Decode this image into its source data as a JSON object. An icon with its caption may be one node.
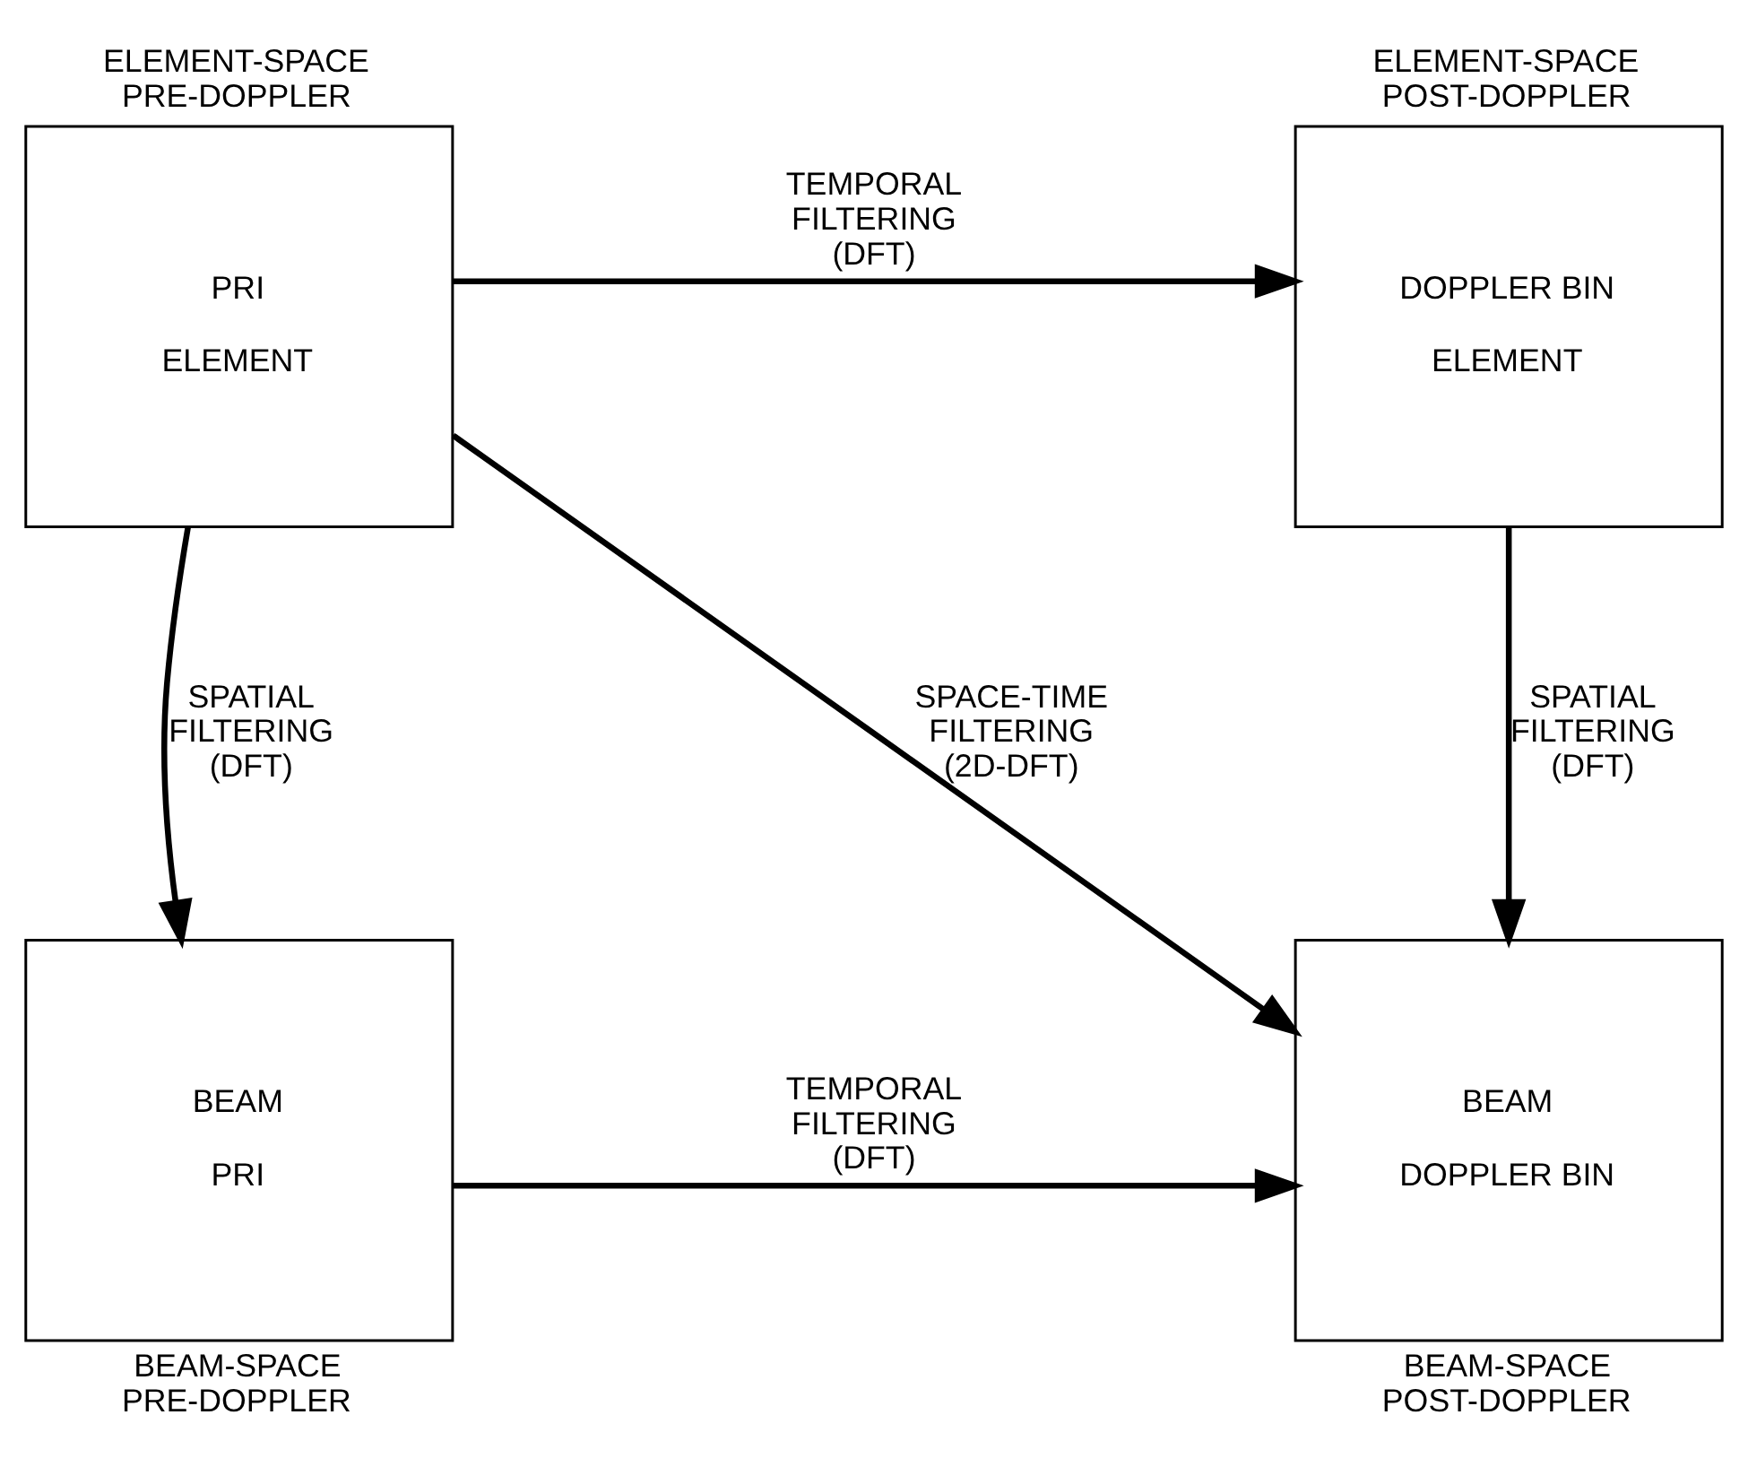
{
  "diagram": {
    "nodes": [
      {
        "text": [
          "PRI",
          "ELEMENT"
        ],
        "beside": [
          "ELEMENT-SPACE PRE-DOPPLER"
        ]
      },
      {
        "text": [
          "DOPPLER BIN",
          "ELEMENT"
        ],
        "beside": [
          "ELEMENT-SPACE POST-DOPPLER"
        ]
      },
      {
        "text": [
          "BEAM",
          "PRI"
        ],
        "beside": [
          "BEAM-SPACE PRE-DOPPLER"
        ]
      },
      {
        "text": [
          "BEAM",
          "DOPPLER BIN"
        ],
        "beside": [
          "BEAM-SPACE POST-DOPPLER"
        ]
      }
    ],
    "edges": [
      {
        "from": 0,
        "to": 1,
        "arrow": "to",
        "label": "TEMPORAL FILTERING (DFT)"
      },
      {
        "from": 0,
        "to": 2,
        "arrow": "to",
        "label": "SPATIAL FILTERING (DFT)"
      },
      {
        "from": 0,
        "to": 3,
        "arrow": "to",
        "label": "SPACE-TIME FILTERING (2D-DFT)"
      },
      {
        "from": 1,
        "to": 3,
        "arrow": "to",
        "label": "SPATIAL FILTERING (DFT)"
      },
      {
        "from": 2,
        "to": 3,
        "arrow": "to",
        "label": "TEMPORAL FILTERING (DFT)"
      }
    ]
  }
}
